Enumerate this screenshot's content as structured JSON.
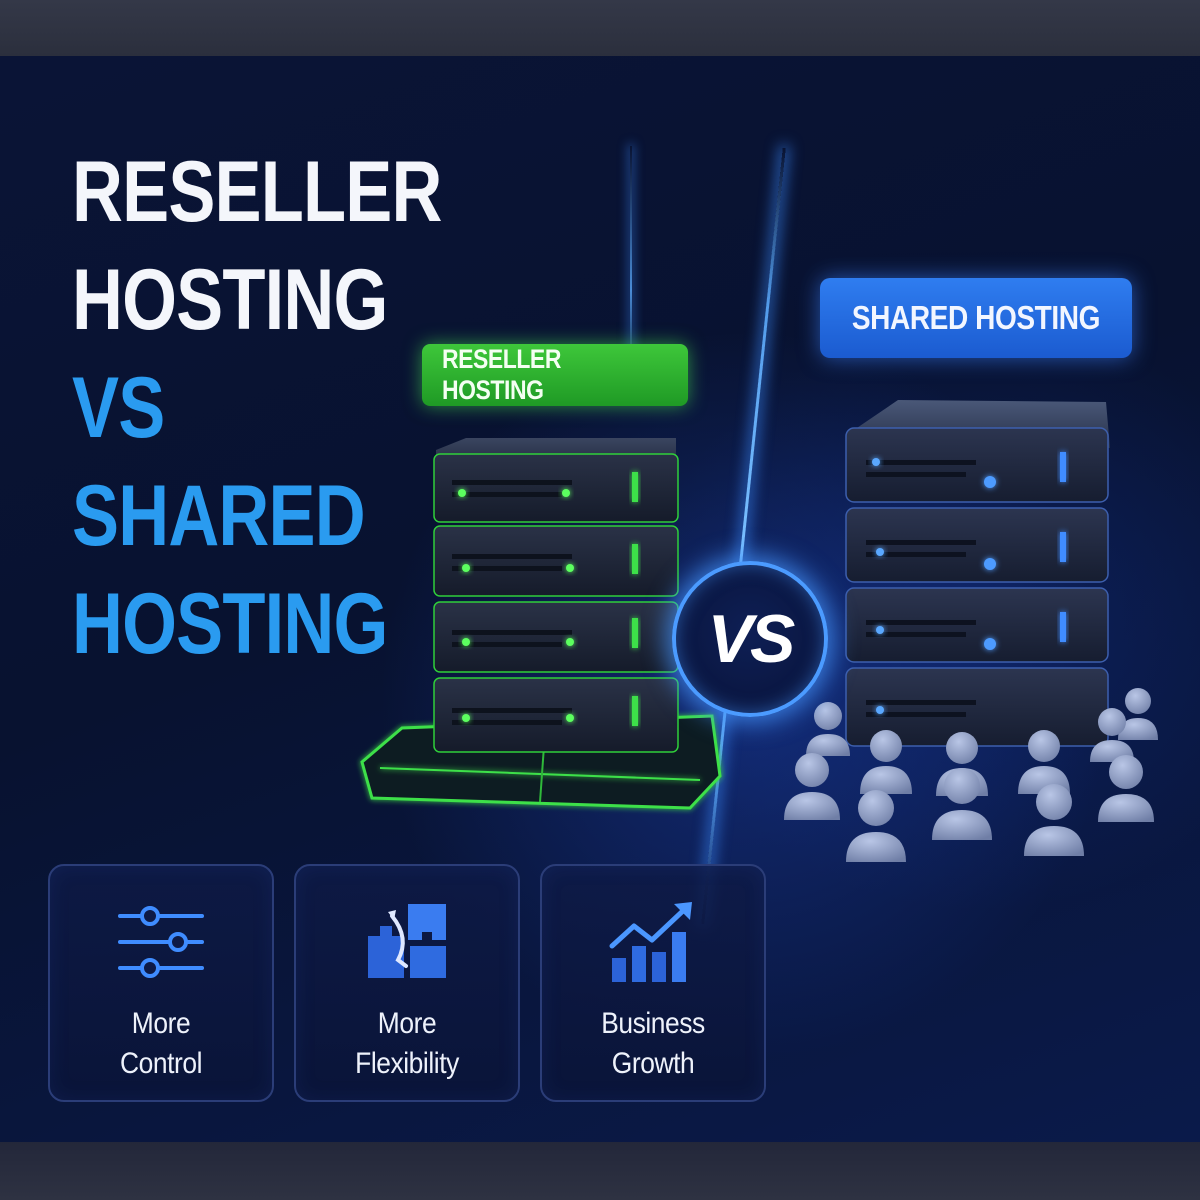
{
  "headline": {
    "line1": "RESELLER",
    "line2": "HOSTING",
    "line3": "VS",
    "line4": "SHARED",
    "line5": "HOSTING"
  },
  "tags": {
    "reseller": "RESELLER HOSTING",
    "shared": "SHARED HOSTING"
  },
  "vs_badge": "VS",
  "features": [
    {
      "icon": "sliders-icon",
      "line1": "More",
      "line2": "Control"
    },
    {
      "icon": "puzzle-arrow-icon",
      "line1": "More",
      "line2": "Flexibility"
    },
    {
      "icon": "growth-chart-icon",
      "line1": "Business",
      "line2": "Growth"
    }
  ],
  "colors": {
    "background": "#081230",
    "headline_white": "#f4f6fb",
    "headline_blue": "#2a9bf0",
    "reseller_accent": "#3ec73a",
    "shared_accent": "#2f7df0"
  }
}
